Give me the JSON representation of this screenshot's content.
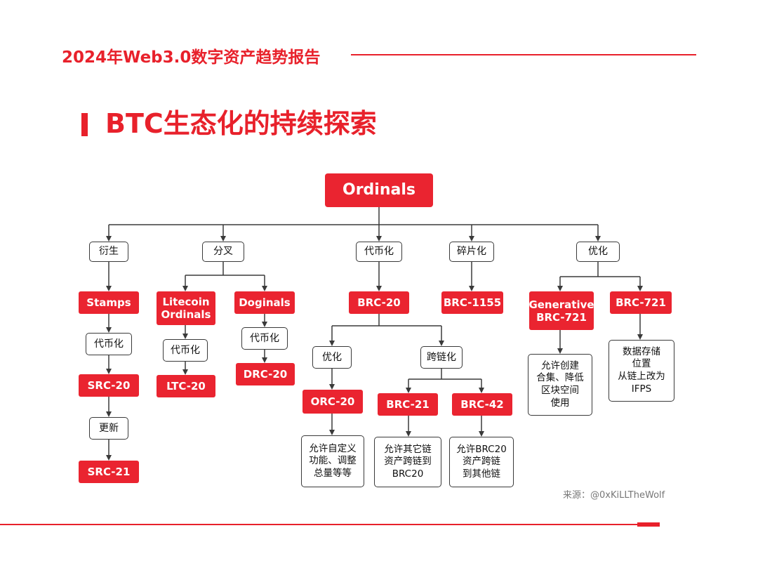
{
  "header": {
    "report_title": "2024年Web3.0数字资产趋势报告",
    "accent_color": "#e8212b"
  },
  "page_title": "BTC生态化的持续探索",
  "diagram": {
    "root": "Ordinals",
    "categories": {
      "derivative": "衍生",
      "fork": "分叉",
      "token": "代币化",
      "fragment": "碎片化",
      "optimize": "优化"
    },
    "nodes": {
      "stamps": "Stamps",
      "stamps_token": "代币化",
      "src20": "SRC-20",
      "src_update": "更新",
      "src21": "SRC-21",
      "litecoin_ordinals": "Litecoin\nOrdinals",
      "ltc_token": "代币化",
      "ltc20": "LTC-20",
      "doginals": "Doginals",
      "doginals_token": "代币化",
      "drc20": "DRC-20",
      "brc20": "BRC-20",
      "brc20_optimize": "优化",
      "brc20_crosschain": "跨链化",
      "orc20": "ORC-20",
      "orc20_desc": "允许自定义\n功能、调整\n总量等等",
      "brc21": "BRC-21",
      "brc21_desc": "允许其它链\n资产跨链到\nBRC20",
      "brc42": "BRC-42",
      "brc42_desc": "允许BRC20\n资产跨链\n到其他链",
      "brc1155": "BRC-1155",
      "gen_brc721": "Generative\nBRC-721",
      "gen_brc721_desc": "允许创建\n合集、降低\n区块空间\n使用",
      "brc721": "BRC-721",
      "brc721_desc": "数据存储\n位置\n从链上改为\nIFPS"
    }
  },
  "source": "来源：@0xKiLLTheWolf"
}
